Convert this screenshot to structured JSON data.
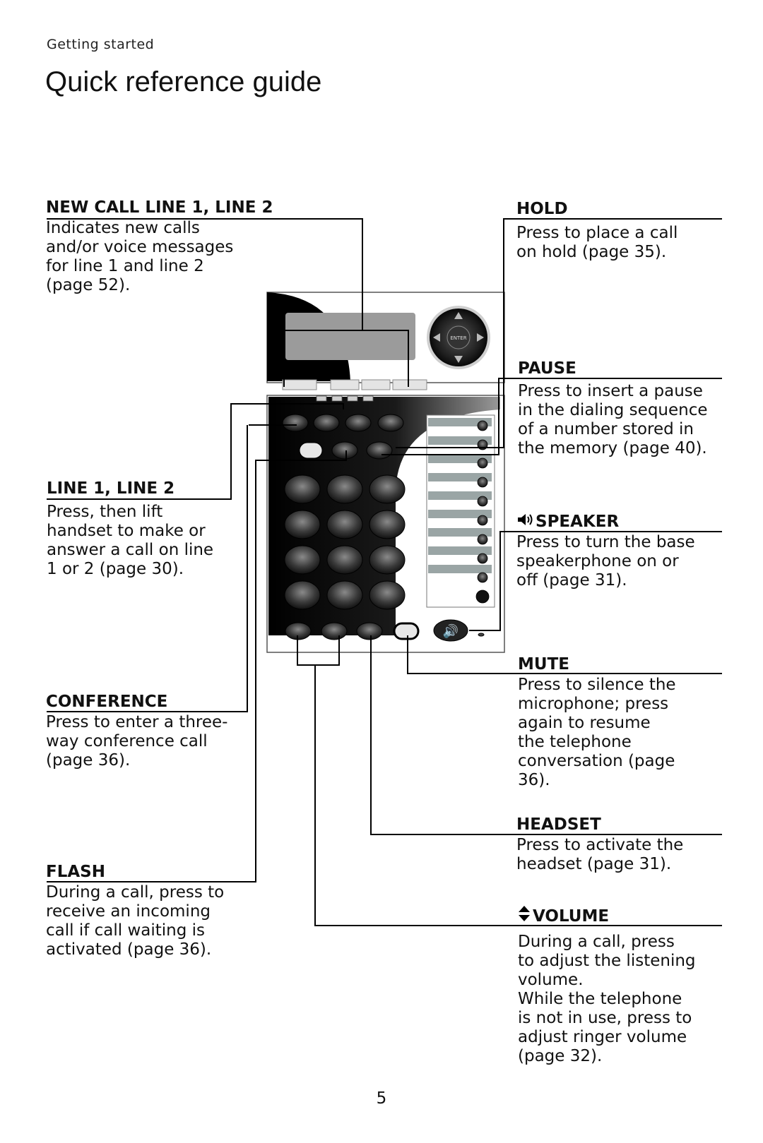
{
  "header": {
    "section": "Getting started",
    "title": "Quick reference guide"
  },
  "callouts": {
    "new_call": {
      "heading": "NEW CALL LINE 1, LINE 2",
      "desc": "Indicates new calls\nand/or voice messages\nfor line 1 and line 2\n(page 52)."
    },
    "line": {
      "heading": "LINE 1, LINE 2",
      "desc": "Press, then lift\nhandset to make or\nanswer a call on line\n1 or 2 (page 30)."
    },
    "conference": {
      "heading": "CONFERENCE",
      "desc": "Press to enter a three-\nway conference call\n(page 36)."
    },
    "flash": {
      "heading": "FLASH",
      "desc": "During a call, press to\nreceive an incoming\ncall if call waiting is\nactivated (page 36)."
    },
    "hold": {
      "heading": "HOLD",
      "desc": "Press to place a call\non hold (page 35)."
    },
    "pause": {
      "heading": "PAUSE",
      "desc": "Press to insert a pause\nin the dialing sequence\nof a number stored in\nthe memory (page 40)."
    },
    "speaker": {
      "heading": "SPEAKER",
      "icon": "speaker-icon",
      "desc": "Press to turn the base\nspeakerphone on or\noff (page 31)."
    },
    "mute": {
      "heading": "MUTE",
      "desc": "Press to silence the\nmicrophone; press\nagain to resume\nthe telephone\nconversation (page\n36)."
    },
    "headset": {
      "heading": "HEADSET",
      "desc": "Press to activate the\nheadset (page 31)."
    },
    "volume": {
      "heading": "VOLUME",
      "icon": "up-down-arrows-icon",
      "desc": "During a call, press\nto adjust the listening\nvolume.\nWhile the telephone\nis not in use, press to\nadjust ringer volume\n(page 32)."
    }
  },
  "phone": {
    "nav_center_label": "ENTER"
  },
  "page_number": "5"
}
